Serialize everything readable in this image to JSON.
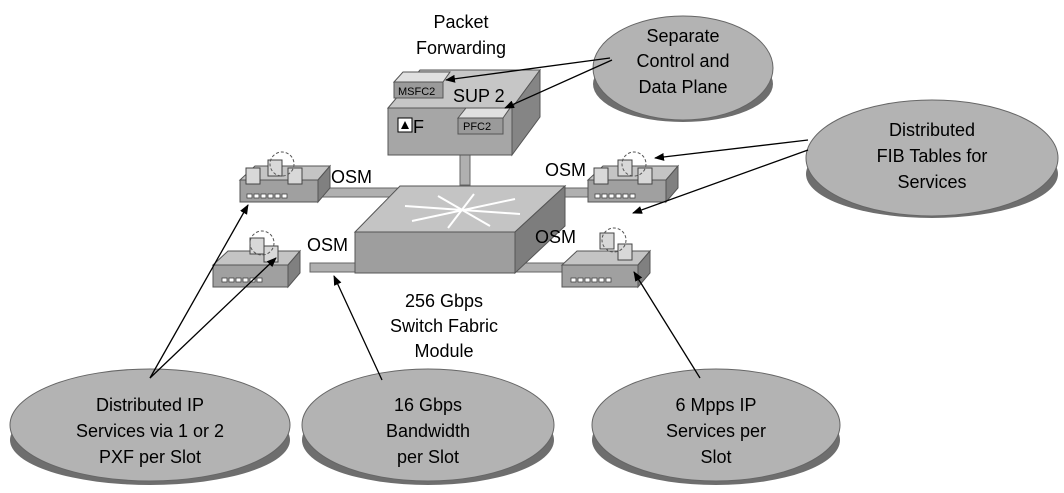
{
  "top_label": {
    "line1": "Packet",
    "line2": "Forwarding"
  },
  "supervisor": {
    "name": "SUP 2",
    "msfc": "MSFC2",
    "pfc": "PFC2",
    "f_letter": "F"
  },
  "osm_label": "OSM",
  "fabric": {
    "line1": "256 Gbps",
    "line2": "Switch Fabric",
    "line3": "Module"
  },
  "callouts": {
    "separate": {
      "line1": "Separate",
      "line2": "Control and",
      "line3": "Data Plane"
    },
    "fib": {
      "line1": "Distributed",
      "line2": "FIB Tables for",
      "line3": "Services"
    },
    "ip_services": {
      "line1": "Distributed IP",
      "line2": "Services via 1 or 2",
      "line3": "PXF per Slot"
    },
    "bandwidth": {
      "line1": "16 Gbps",
      "line2": "Bandwidth",
      "line3": "per Slot"
    },
    "mpps": {
      "line1": "6 Mpps IP",
      "line2": "Services per",
      "line3": "Slot"
    }
  },
  "colors": {
    "ellipse": "#b3b3b3",
    "box": "#b8b8b8",
    "box_dark": "#8a8a8a",
    "line": "#000000"
  }
}
